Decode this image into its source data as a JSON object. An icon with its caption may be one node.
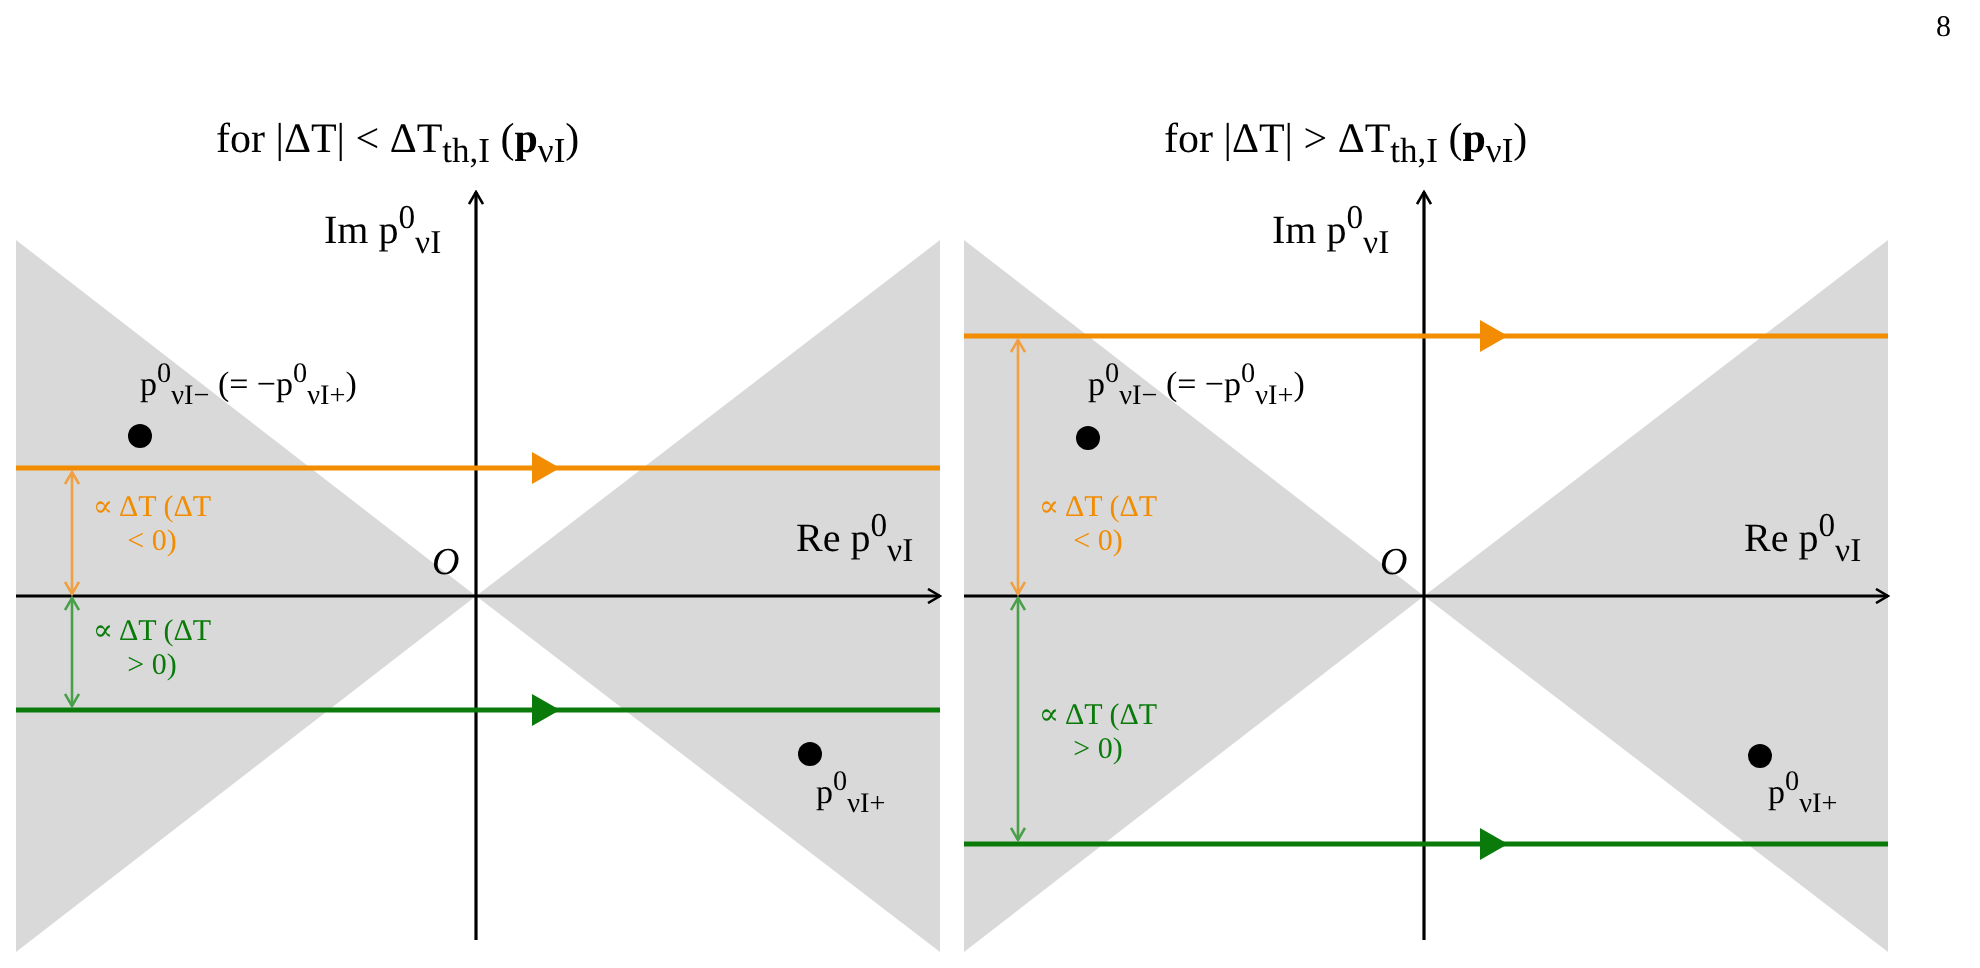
{
  "diagram": {
    "labels": [
      "8",
      "for |ΔT| < ΔT$_{th,I}$ (**p**$_{νI}$)",
      "for |ΔT| > ΔT$_{th,I}$ (**p**$_{νI}$)",
      "Im p$^{0}$$_{νI}$",
      "Im p$^{0}$$_{νI}$",
      "p$^{0}$$_{νI−}$ (= −p$^{0}$$_{νI+}$)",
      "p$^{0}$$_{νI−}$ (= −p$^{0}$$_{νI+}$)",
      "∝ ΔT (ΔT < 0)",
      "Re p$^{0}$$_{νI}$",
      "∝ ΔT (ΔT < 0)",
      "Re p$^{0}$$_{νI}$",
      "O",
      "O",
      "∝ ΔT (ΔT > 0)",
      "∝ ΔT (ΔT > 0)",
      "p$^{0}$$_{νI+}$",
      "p$^{0}$$_{νI+}$"
    ]
  }
}
